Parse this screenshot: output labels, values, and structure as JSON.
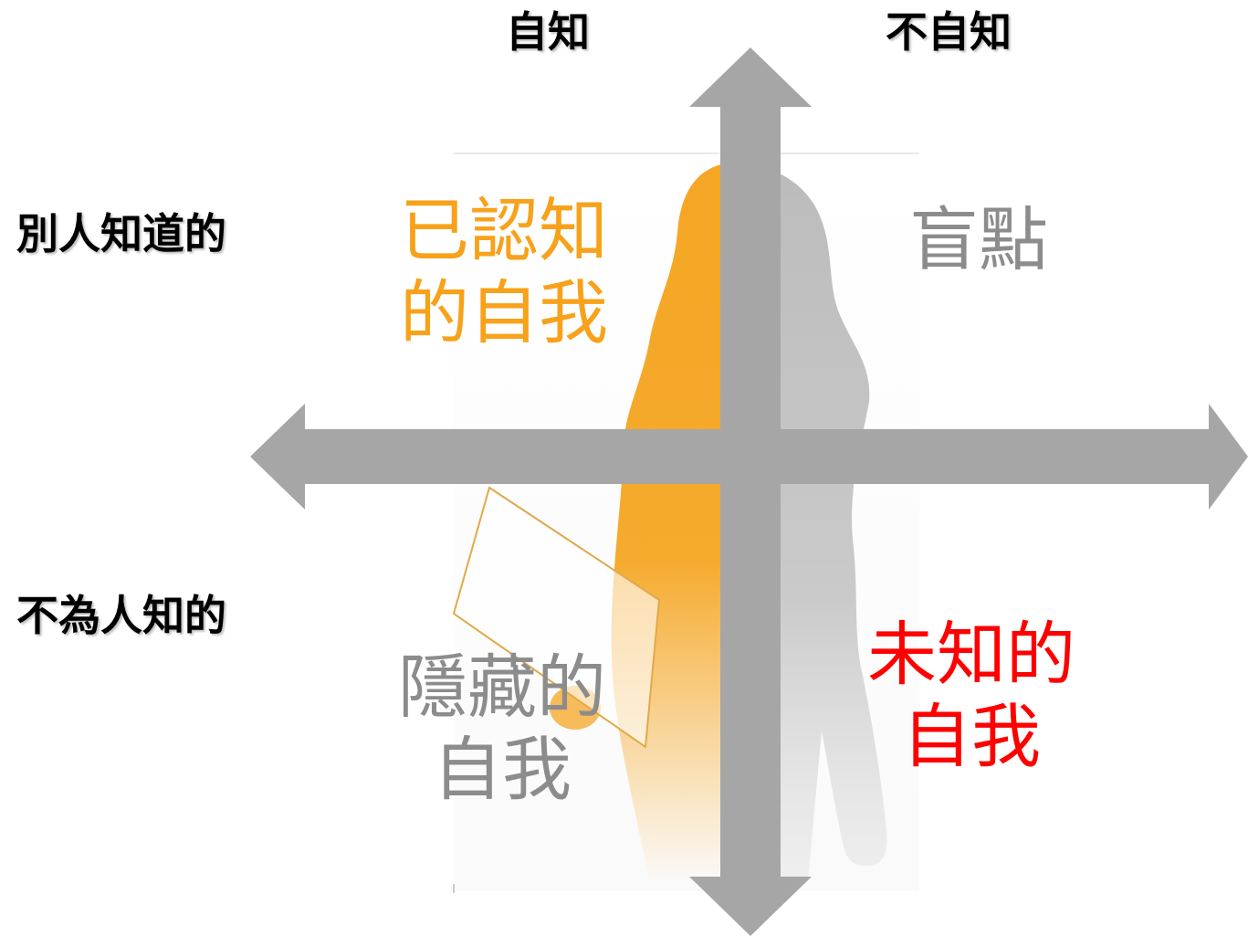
{
  "axes": {
    "top_left": "自知",
    "top_right": "不自知",
    "left_top": "別人知道的",
    "left_bottom": "不為人知的"
  },
  "quadrants": {
    "open": {
      "line1": "已認知",
      "line2": "的自我",
      "color": "#F7A21A"
    },
    "blind": {
      "line1": "盲點",
      "color": "#8C8C8C"
    },
    "hidden": {
      "line1": "隱藏的",
      "line2": "自我",
      "color": "#8C8C8C"
    },
    "unknown": {
      "line1": "未知的",
      "line2": "自我",
      "color": "#FF0000"
    }
  },
  "colors": {
    "arrow": "#A6A6A6",
    "figure_orange": "#F5A623",
    "figure_gray": "#C8C8C8"
  }
}
